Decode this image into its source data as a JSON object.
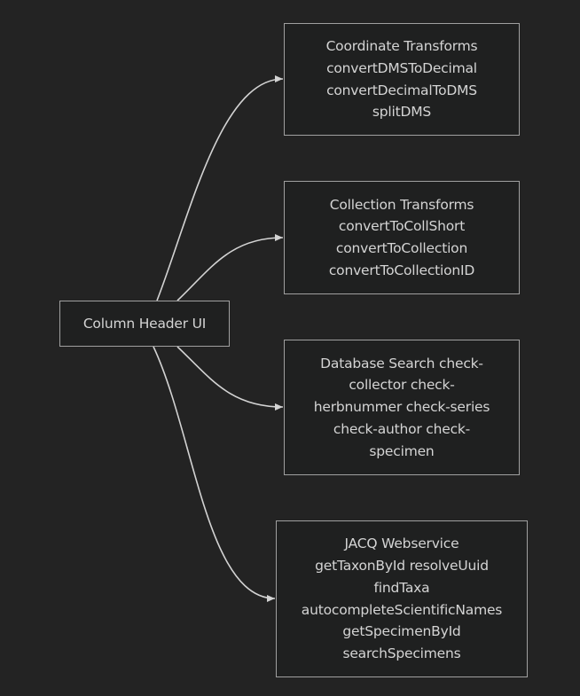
{
  "diagram": {
    "type": "flowchart",
    "direction": "left-to-right",
    "colors": {
      "background": "#232323",
      "node_fill": "#1f2020",
      "node_border": "#a0a0a0",
      "edge": "#d3d3d3",
      "text": "#d4d4d4"
    },
    "source": {
      "label": "Column Header UI"
    },
    "targets": [
      {
        "name": "coordinate-transforms",
        "lines": [
          "Coordinate Transforms",
          "convertDMSToDecimal",
          "convertDecimalToDMS",
          "splitDMS"
        ]
      },
      {
        "name": "collection-transforms",
        "lines": [
          "Collection Transforms",
          "convertToCollShort",
          "convertToCollection",
          "convertToCollectionID"
        ]
      },
      {
        "name": "database-search",
        "lines": [
          "Database Search check-",
          "collector check-",
          "herbnummer check-series",
          "check-author check-",
          "specimen"
        ]
      },
      {
        "name": "jacq-webservice",
        "lines": [
          "JACQ Webservice",
          "getTaxonById resolveUuid",
          "findTaxa",
          "autocompleteScientificNames",
          "getSpecimenById",
          "searchSpecimens"
        ]
      }
    ],
    "edges": [
      {
        "from": "column-header-ui",
        "to": "coordinate-transforms"
      },
      {
        "from": "column-header-ui",
        "to": "collection-transforms"
      },
      {
        "from": "column-header-ui",
        "to": "database-search"
      },
      {
        "from": "column-header-ui",
        "to": "jacq-webservice"
      }
    ]
  }
}
